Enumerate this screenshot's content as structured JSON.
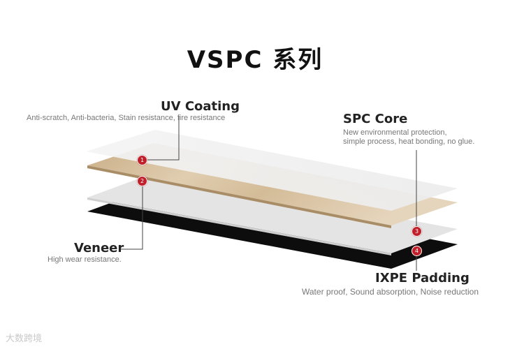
{
  "title": "VSPC 系列",
  "layers": [
    {
      "number": "1",
      "name": "UV Coating",
      "description": "Anti-scratch, Anti-bacteria, Stain resistance, fire resistance"
    },
    {
      "number": "2",
      "name": "Veneer",
      "description": "High wear resistance."
    },
    {
      "number": "3",
      "name": "SPC Core",
      "description": "New environmental protection,\nsimple process, heat bonding, no glue."
    },
    {
      "number": "4",
      "name": "IXPE Padding",
      "description": "Water proof, Sound absorption, Noise reduction"
    }
  ],
  "colors": {
    "badge": "#c0202a",
    "uv_layer": "#f2f2f2",
    "veneer": "#d8c3a2",
    "spc_core": "#e6e6e6",
    "ixpe": "#111111"
  },
  "watermark": "大数跨境"
}
